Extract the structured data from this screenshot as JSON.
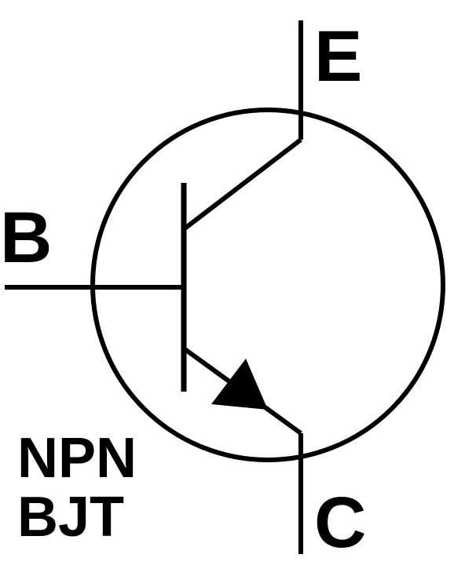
{
  "symbol": {
    "line_color": "#000000",
    "background": "#ffffff"
  },
  "terminals": {
    "emitter": "E",
    "base": "B",
    "collector": "C"
  },
  "caption": {
    "line1": "NPN",
    "line2": "BJT"
  }
}
